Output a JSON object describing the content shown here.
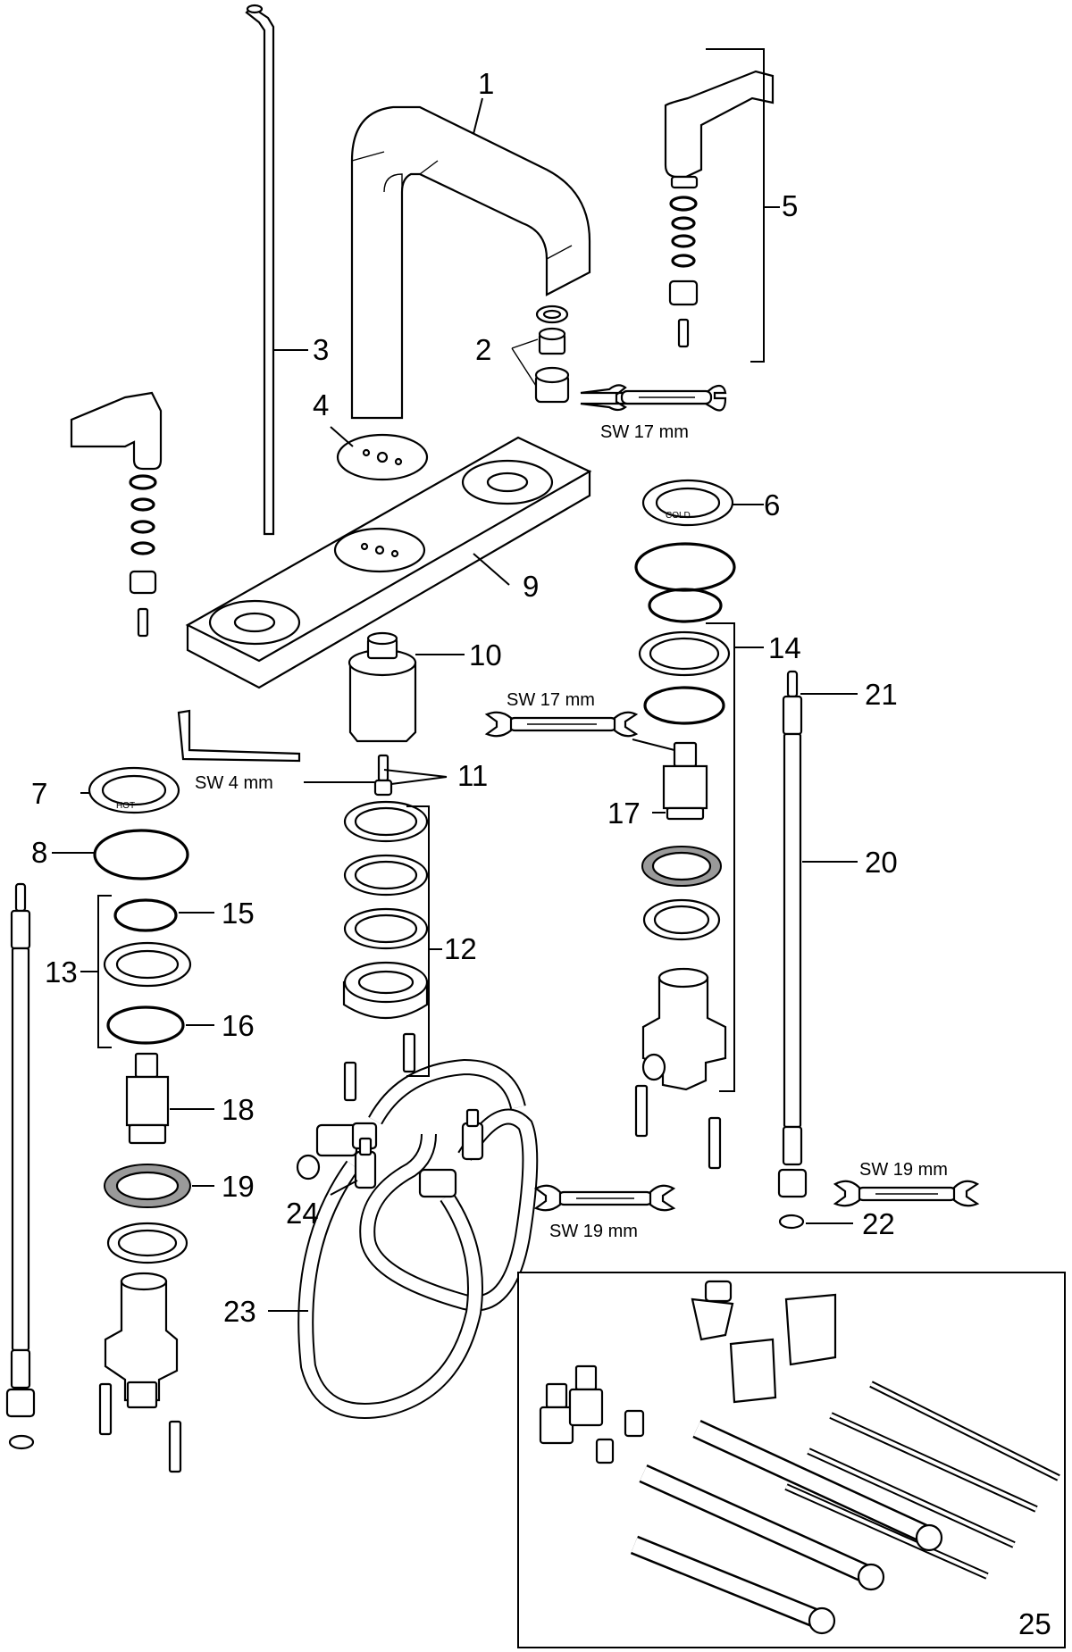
{
  "diagram": {
    "callouts": [
      "1",
      "2",
      "3",
      "4",
      "5",
      "6",
      "7",
      "8",
      "9",
      "10",
      "11",
      "12",
      "13",
      "14",
      "15",
      "16",
      "17",
      "18",
      "19",
      "20",
      "21",
      "22",
      "23",
      "24",
      "25"
    ],
    "wrench_labels": {
      "spout_nut": "SW 17 mm",
      "cartridge": "SW 17 mm",
      "hose_left": "SW 19 mm",
      "hose_right": "SW 19 mm",
      "hex_key": "SW 4 mm"
    },
    "ring_text": {
      "cold": "COLD",
      "hot": "HOT"
    }
  }
}
